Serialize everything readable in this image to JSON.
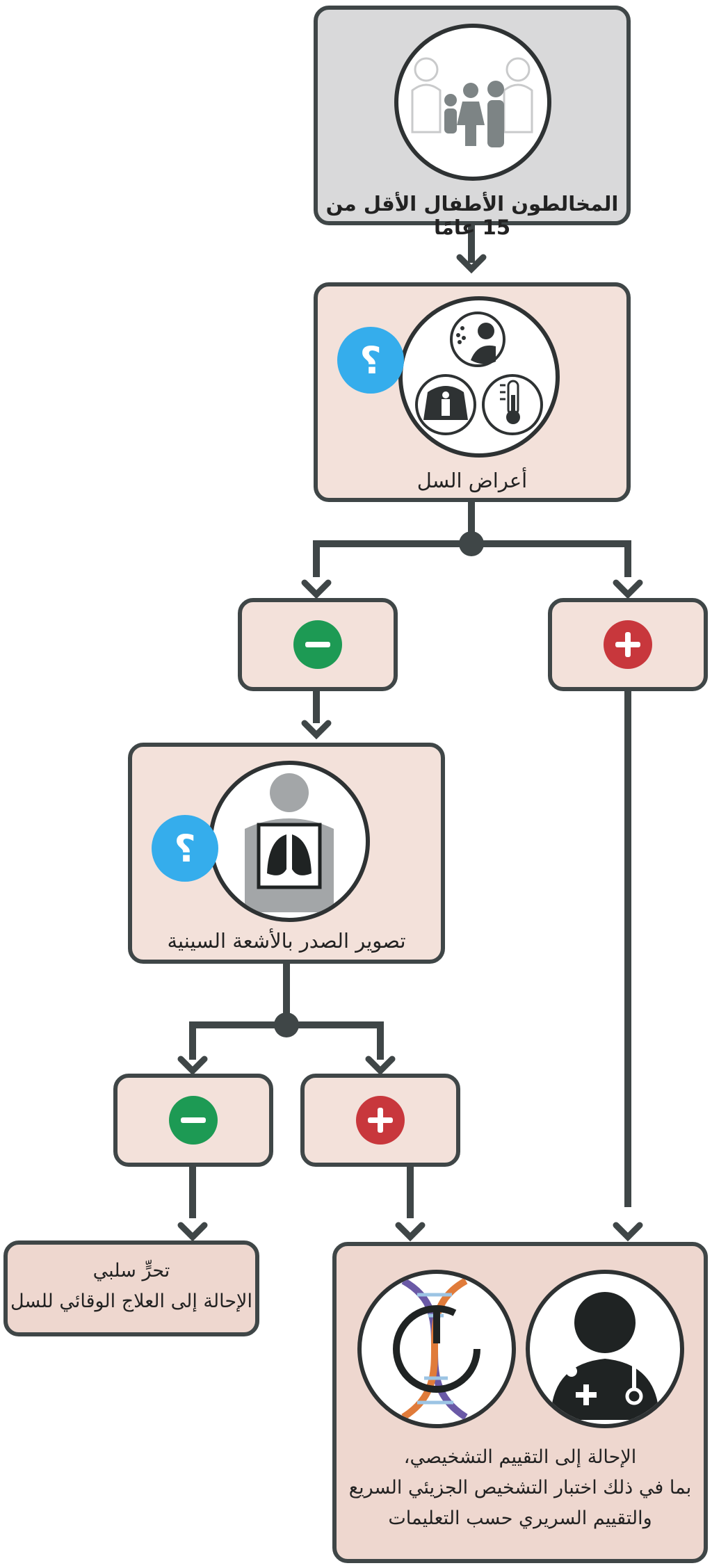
{
  "colors": {
    "line": "#3f4647",
    "box_fill": "#f3e1da",
    "top_fill": "#d9d9da",
    "final_fill": "#eed7cf",
    "positive": "#c8373c",
    "negative": "#1d9a54",
    "question": "#35adec"
  },
  "start": {
    "label": "المخالطون الأطفال الأقل من 15 عامًا",
    "icon": "family-icon"
  },
  "symptoms": {
    "label": "أعراض السل",
    "icons": [
      "cough-icon",
      "weight-scale-icon",
      "thermometer-icon"
    ],
    "question": "؟"
  },
  "results": {
    "positive": "+",
    "negative": "−"
  },
  "xray": {
    "label": "تصوير الصدر بالأشعة السينية",
    "icon": "chest-xray-icon",
    "question": "؟"
  },
  "negative_outcome": {
    "line1": "تحرٍّ سلبي",
    "line2": "الإحالة إلى العلاج الوقائي للسل"
  },
  "referral": {
    "line1": "الإحالة إلى التقييم التشخيصي،",
    "line2": "بما في ذلك اختبار التشخيص الجزيئي السريع",
    "line3": "والتقييم السريري حسب التعليمات",
    "icons": [
      "molecular-test-icon",
      "doctor-icon"
    ]
  }
}
